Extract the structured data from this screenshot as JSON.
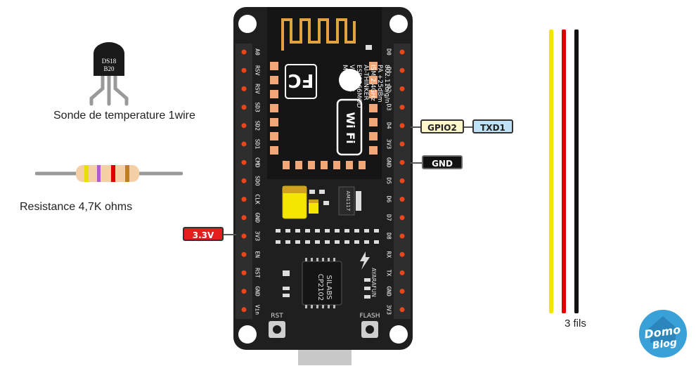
{
  "components": {
    "sensor": {
      "label_top": "DS18",
      "label_bottom": "B20",
      "caption": "Sonde de temperature 1wire"
    },
    "resistor": {
      "caption": "Resistance 4,7K ohms"
    },
    "wires": {
      "caption": "3 fils",
      "colors": [
        "#f5e600",
        "#e00000",
        "#111111"
      ]
    }
  },
  "board": {
    "left_pins": [
      "A0",
      "RSV",
      "RSV",
      "SD3",
      "SD2",
      "SD1",
      "CMD",
      "SDO",
      "CLK",
      "GND",
      "3V3",
      "EN",
      "RST",
      "GND",
      "Vin"
    ],
    "right_pins": [
      "D0",
      "D1",
      "D2",
      "D3",
      "D4",
      "3V3",
      "GND",
      "D5",
      "D6",
      "D7",
      "D8",
      "RX",
      "TX",
      "GND",
      "3V3"
    ],
    "module_text": [
      "MODEL",
      "VENDOR",
      "ESP8266MOD",
      "AI-THINKER",
      "ISM 2.4GHz",
      "PA +25dBm",
      "802.11b/g/n"
    ],
    "regulator": "AM1117",
    "usb_chip_line1": "SILABS",
    "usb_chip_line2": "CP2102",
    "brand": "AYARAFUN",
    "rst_label": "RST",
    "flash_label": "FLASH",
    "fc_logo": "FC",
    "wifi_logo": "Wi Fi"
  },
  "pin_tags": {
    "gpio2": "GPIO2",
    "txd1": "TXD1",
    "gnd": "GND",
    "v33": "3.3V"
  },
  "logo": {
    "line1": "Domo",
    "line2": "Blog"
  },
  "colors": {
    "board": "#1f1f1f",
    "pin_orange": "#f0a878",
    "gpio_fill": "#fff6cc",
    "txd_fill": "#bfe2f6",
    "gnd_fill": "#111111",
    "v33_fill": "#e41d1d",
    "logo_blue": "#3aa0d8"
  }
}
